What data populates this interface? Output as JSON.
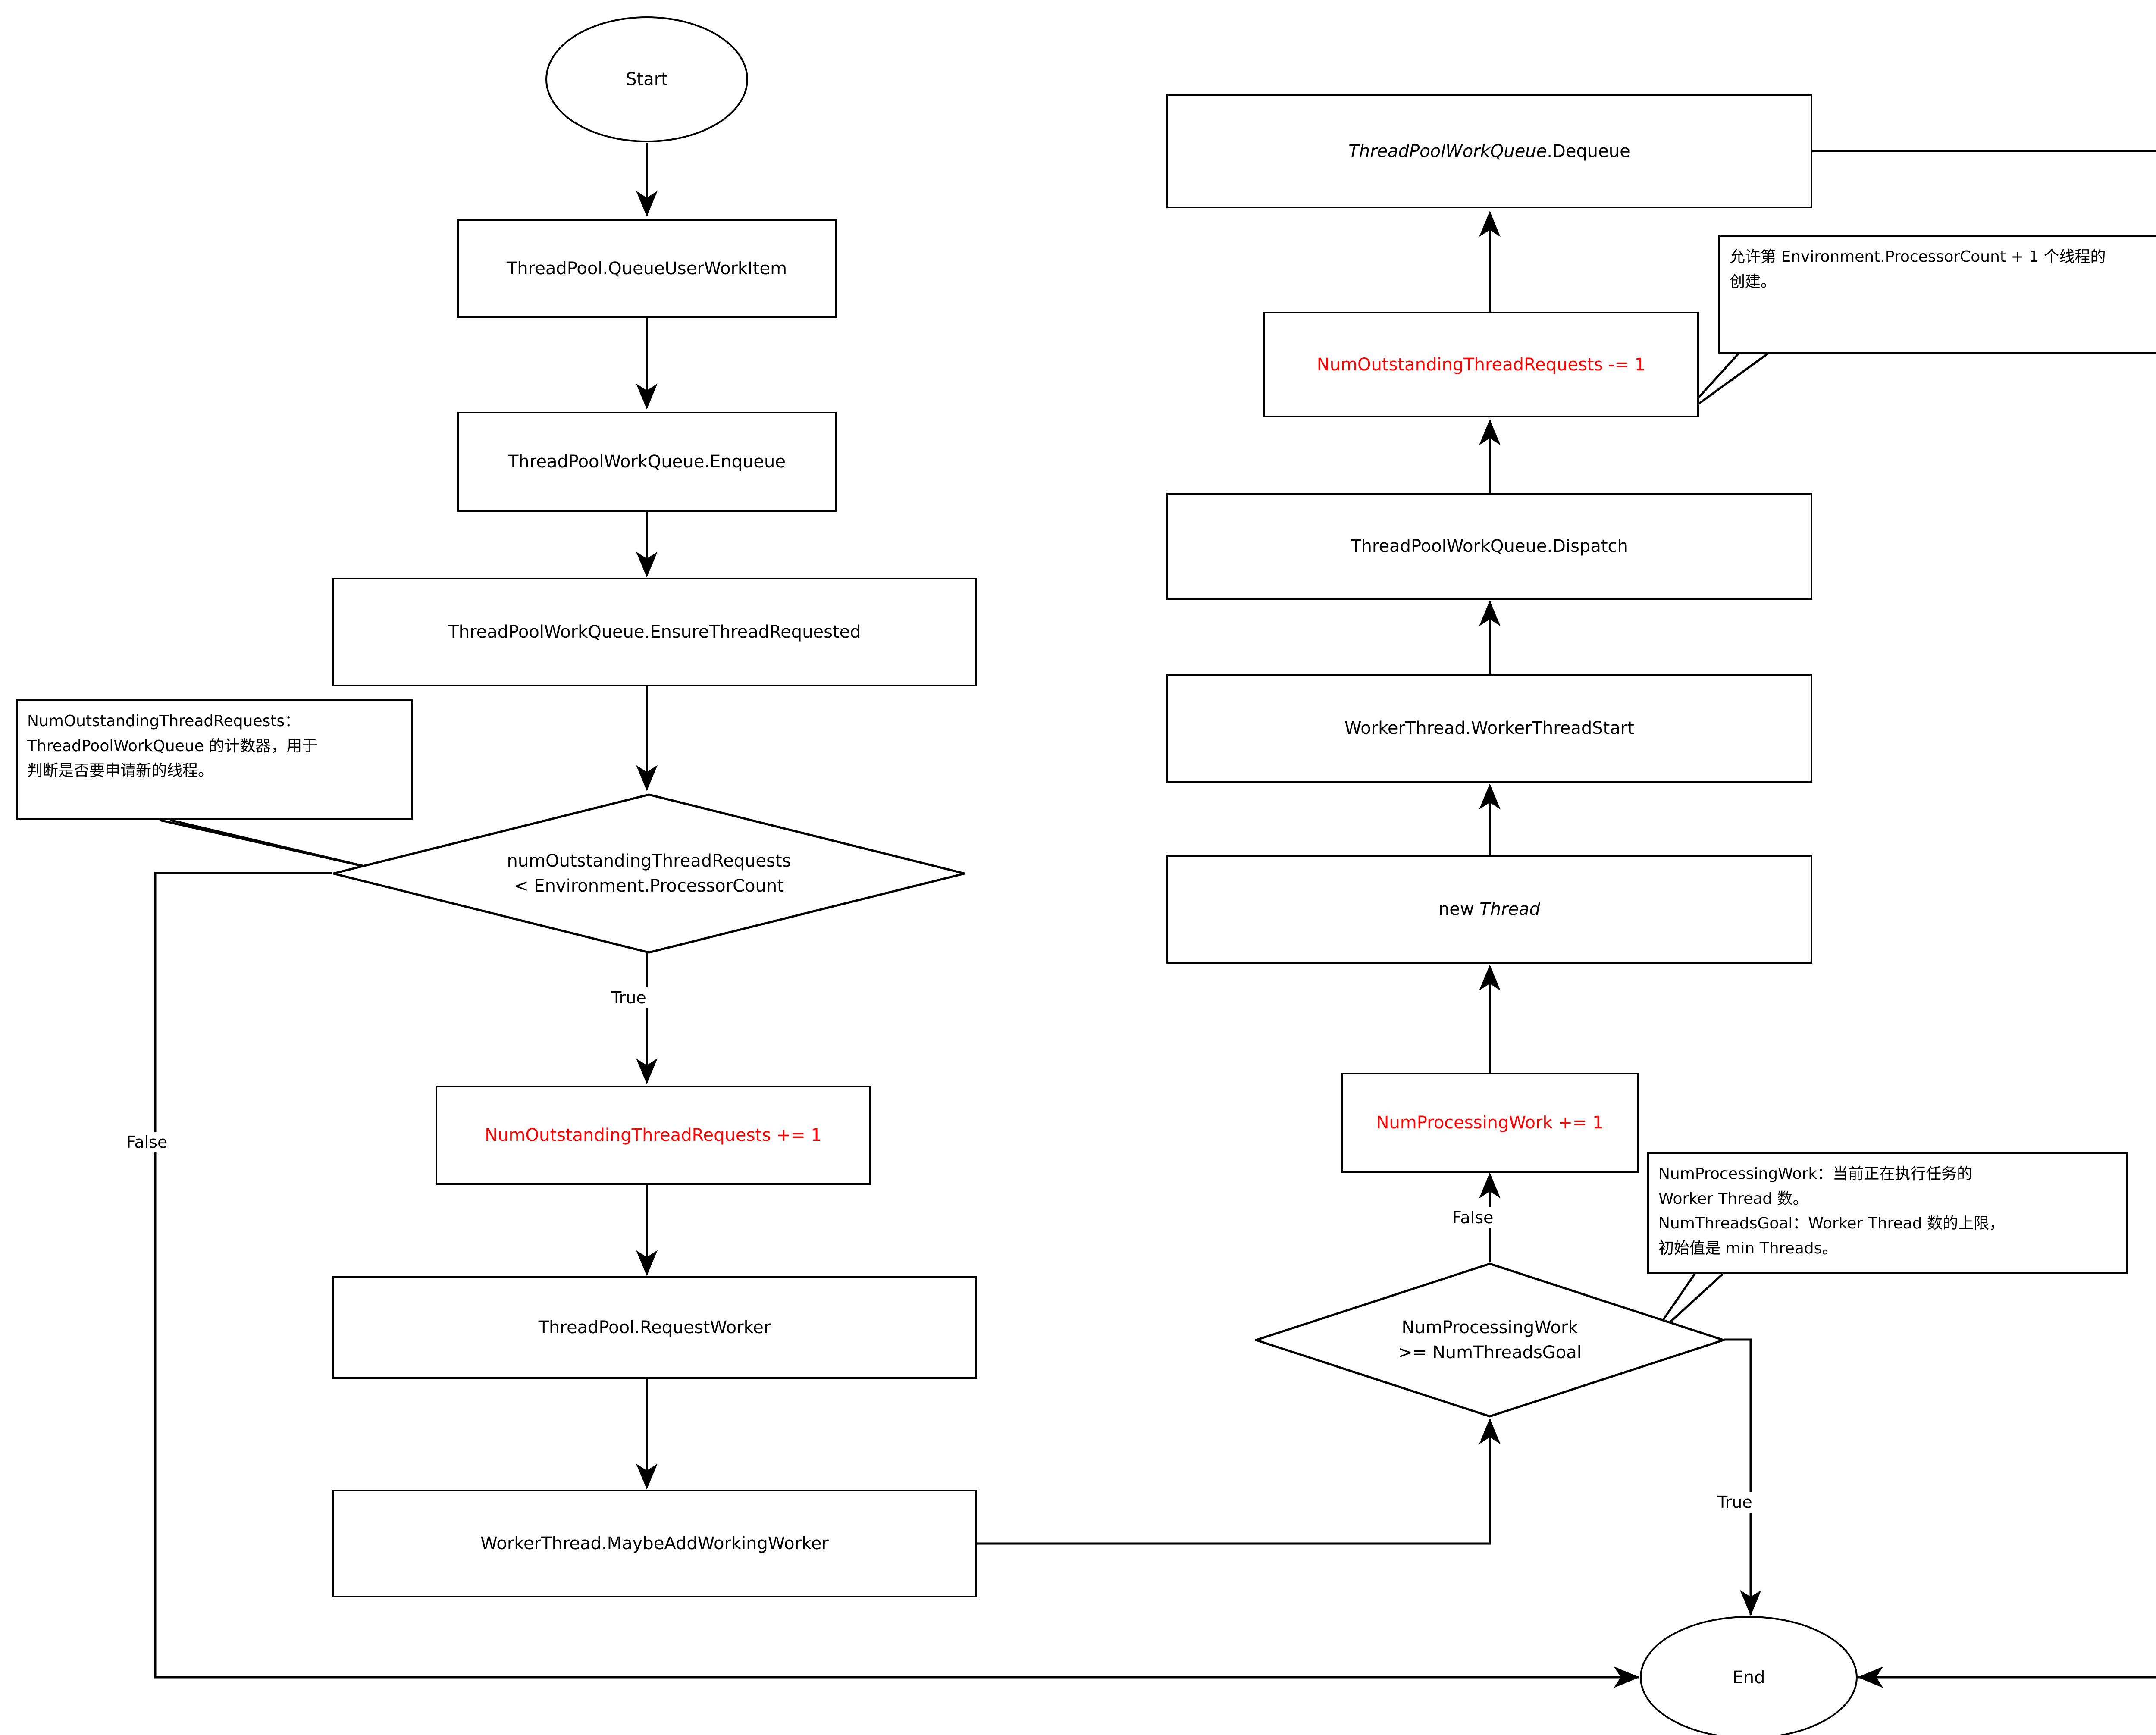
{
  "diagram": {
    "title": "ThreadPool work item flow",
    "colors": {
      "stroke": "#000000",
      "background": "#ffffff",
      "highlight": "#ff0000"
    },
    "terminators": {
      "start": "Start",
      "end": "End"
    },
    "left_column": {
      "queue_user_work_item": "ThreadPool.QueueUserWorkItem",
      "enqueue": "ThreadPoolWorkQueue.Enqueue",
      "ensure_thread_requested": "ThreadPoolWorkQueue.EnsureThreadRequested",
      "decision_line1": "numOutstandingThreadRequests",
      "decision_line2": "< Environment.ProcessorCount",
      "increment_outstanding": "NumOutstandingThreadRequests += 1",
      "request_worker": "ThreadPool.RequestWorker",
      "maybe_add_working_worker": "WorkerThread.MaybeAddWorkingWorker"
    },
    "right_column": {
      "dequeue_prefix": "ThreadPoolWorkQueue",
      "dequeue_suffix": ".Dequeue",
      "decrement_outstanding": "NumOutstandingThreadRequests -= 1",
      "dispatch": "ThreadPoolWorkQueue.Dispatch",
      "worker_thread_start": "WorkerThread.WorkerThreadStart",
      "new_thread_prefix": "new ",
      "new_thread_type": "Thread",
      "increment_processing": "NumProcessingWork += 1",
      "decision_line1": "NumProcessingWork",
      "decision_line2": ">= NumThreadsGoal"
    },
    "edge_labels": {
      "decision1_true": "True",
      "decision1_false": "False",
      "decision2_false": "False",
      "decision2_true": "True"
    },
    "callouts": {
      "outstanding_note": "NumOutstandingThreadRequests：\nThreadPoolWorkQueue 的计数器，用于\n判断是否要申请新的线程。",
      "processor_count_note": "允许第 Environment.ProcessorCount + 1 个线程的\n创建。",
      "processing_work_note": "NumProcessingWork：当前正在执行任务的\nWorker Thread 数。\nNumThreadsGoal：Worker Thread 数的上限，\n初始值是 min Threads。"
    }
  }
}
